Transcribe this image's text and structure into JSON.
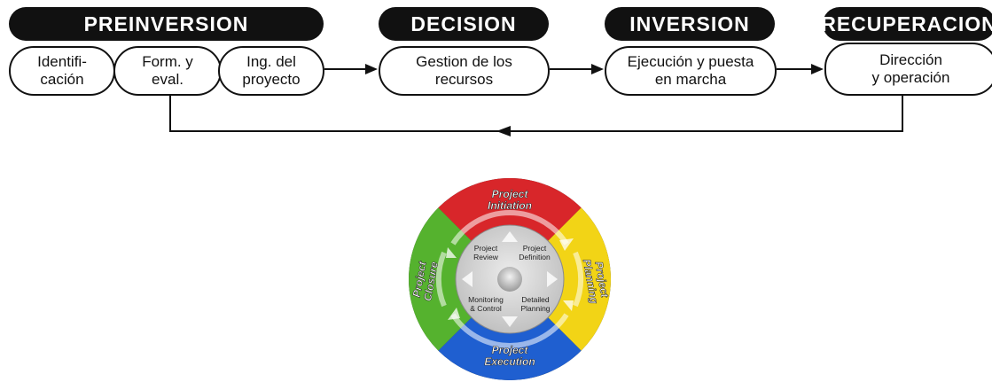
{
  "flow": {
    "phases": [
      {
        "header": "PREINVERSION"
      },
      {
        "header": "DECISION"
      },
      {
        "header": "INVERSION"
      },
      {
        "header": "RECUPERACION"
      }
    ],
    "steps": [
      {
        "label": "Identifi-\ncación"
      },
      {
        "label": "Form. y\neval."
      },
      {
        "label": "Ing. del\nproyecto"
      },
      {
        "label": "Gestion de los\nrecursos"
      },
      {
        "label": "Ejecución y puesta\nen marcha"
      },
      {
        "label": "Dirección\ny operación"
      }
    ]
  },
  "cycle": {
    "outer_stages": [
      {
        "line1": "Project",
        "line2": "Initiation",
        "color": "#d8262a"
      },
      {
        "line1": "Project",
        "line2": "Planning",
        "color": "#f2d416"
      },
      {
        "line1": "Project",
        "line2": "Execution",
        "color": "#1f5fd0"
      },
      {
        "line1": "Project",
        "line2": "Closure",
        "color": "#55b22e"
      }
    ],
    "inner_labels": [
      {
        "line1": "Project",
        "line2": "Review"
      },
      {
        "line1": "Project",
        "line2": "Definition"
      },
      {
        "line1": "Monitoring",
        "line2": "& Control"
      },
      {
        "line1": "Detailed",
        "line2": "Planning"
      }
    ]
  }
}
